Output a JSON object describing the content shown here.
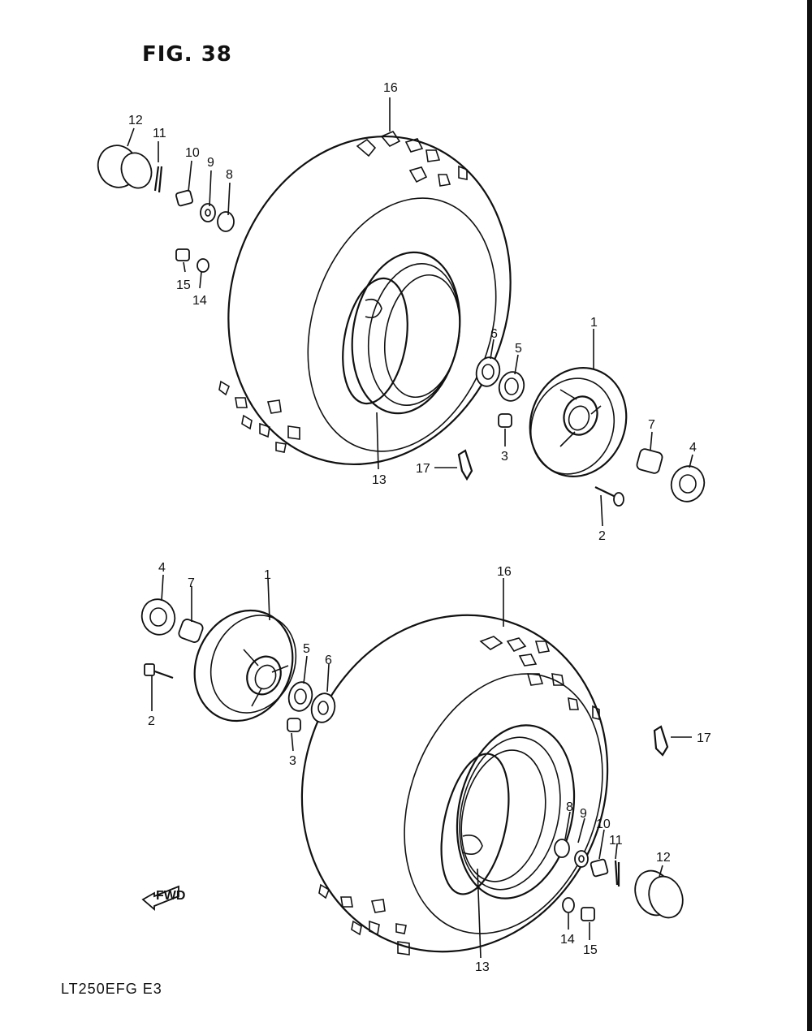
{
  "figure": {
    "title": "FIG. 38",
    "model_code": "LT250EFG  E3",
    "fwd_label": "FWD"
  },
  "callouts": {
    "upper": [
      "16",
      "12",
      "11",
      "10",
      "9",
      "8",
      "15",
      "14",
      "6",
      "5",
      "1",
      "3",
      "13",
      "17",
      "7",
      "4",
      "2"
    ],
    "lower": [
      "4",
      "7",
      "1",
      "16",
      "5",
      "6",
      "2",
      "3",
      "17",
      "8",
      "9",
      "10",
      "11",
      "12",
      "14",
      "15",
      "13"
    ]
  }
}
